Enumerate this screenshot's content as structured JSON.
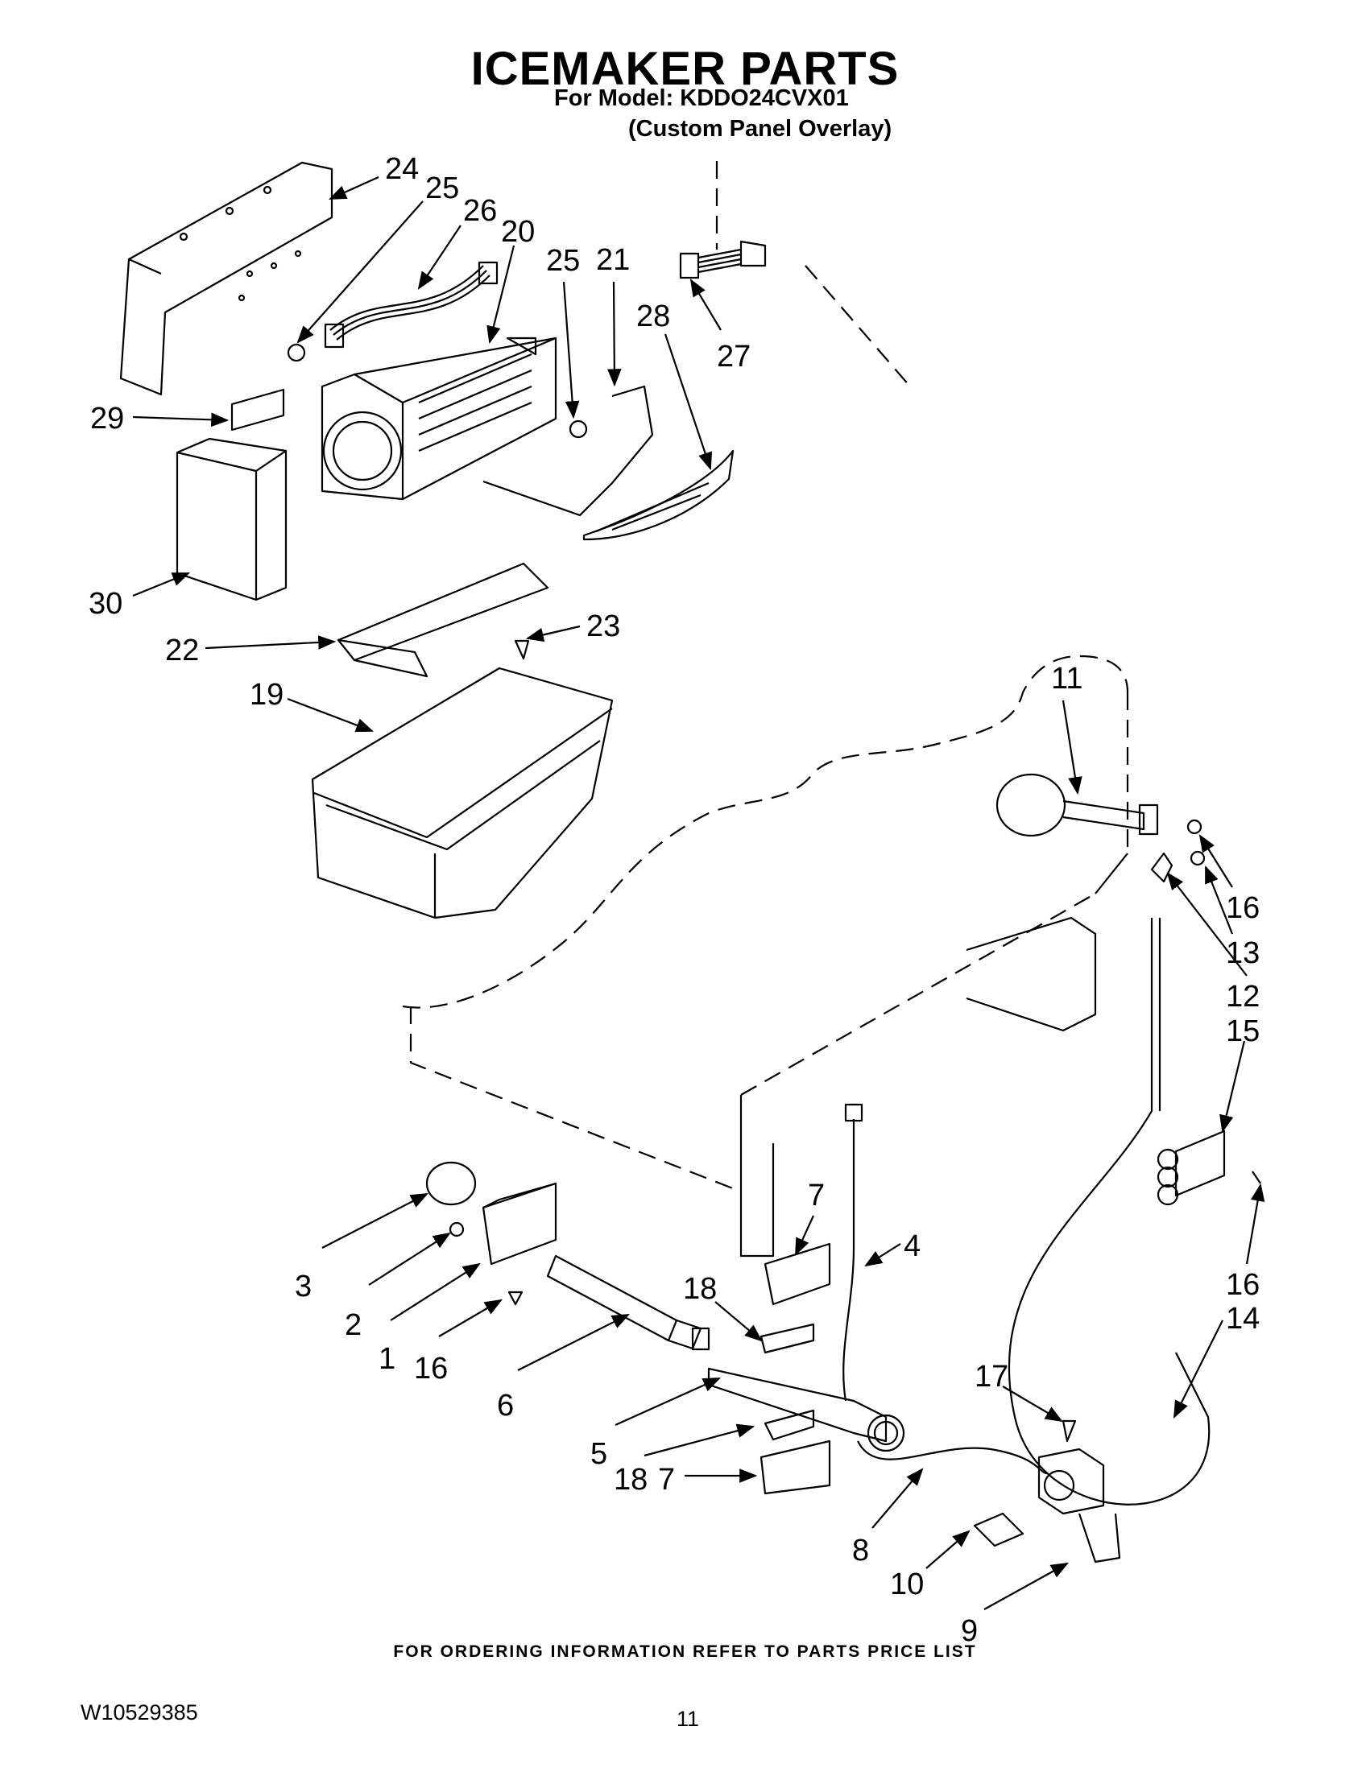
{
  "header": {
    "title": "ICEMAKER PARTS",
    "model_line": "For Model: KDDO24CVX01",
    "variant_line": "(Custom Panel Overlay)"
  },
  "part_labels": [
    "24",
    "25",
    "26",
    "20",
    "25",
    "21",
    "28",
    "27",
    "29",
    "30",
    "22",
    "23",
    "19",
    "11",
    "16",
    "13",
    "12",
    "15",
    "16",
    "14",
    "3",
    "2",
    "1",
    "16",
    "6",
    "7",
    "4",
    "18",
    "5",
    "18",
    "7",
    "17",
    "8",
    "10",
    "9"
  ],
  "footer": {
    "ordering_note": "FOR ORDERING INFORMATION REFER TO PARTS PRICE LIST",
    "document_number": "W10529385",
    "page_number": "11"
  },
  "colors": {
    "line": "#000000",
    "background": "#ffffff"
  }
}
